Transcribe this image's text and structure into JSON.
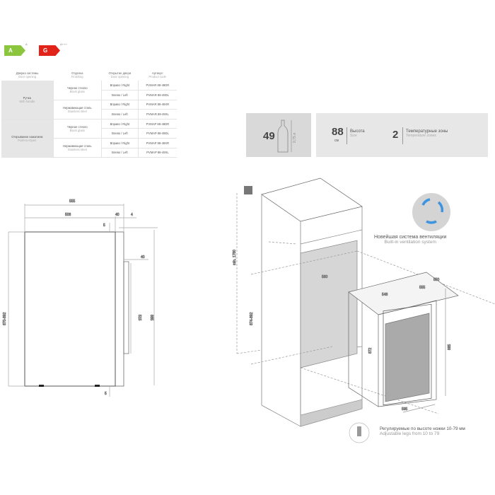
{
  "energy": {
    "class_a": "A",
    "class_a_sup": "A",
    "class_g": "G",
    "class_g_sup": "A+++"
  },
  "table": {
    "headers": [
      {
        "ru": "Дверка системы",
        "en": "Door opening"
      },
      {
        "ru": "Отделка",
        "en": "Finishing"
      },
      {
        "ru": "Открытие двери",
        "en": "Door opening"
      },
      {
        "ru": "Артикул",
        "en": "Product code"
      }
    ],
    "groups": [
      {
        "ru": "Ручка",
        "en": "With handle",
        "finishes": [
          {
            "ru": "Черное стекло",
            "en": "Black glass",
            "rows": [
              {
                "door": "Вправо / Right",
                "code": "PVMAR 88-49DR"
              },
              {
                "door": "Влево / Left",
                "code": "PVMAR 88-49DL"
              }
            ]
          },
          {
            "ru": "Нержавеющая сталь",
            "en": "Stainless steel",
            "rows": [
              {
                "door": "Вправо / Right",
                "code": "PVMAR 88-49XR"
              },
              {
                "door": "Влево / Left",
                "code": "PVMAR 88-49XL"
              }
            ]
          }
        ]
      },
      {
        "ru": "Открывание нажатием",
        "en": "Push-to-Open",
        "finishes": [
          {
            "ru": "Черное стекло",
            "en": "Black glass",
            "rows": [
              {
                "door": "Вправо / Right",
                "code": "PVMAP 88-49DR"
              },
              {
                "door": "Влево / Left",
                "code": "PVMAP 88-49DL"
              }
            ]
          },
          {
            "ru": "Нержавеющая сталь",
            "en": "Stainless steel",
            "rows": [
              {
                "door": "Вправо / Right",
                "code": "PVMAP 88-49XR"
              },
              {
                "door": "Влево / Left",
                "code": "PVMAP 88-49XL"
              }
            ]
          }
        ]
      }
    ]
  },
  "specs": {
    "bottles": "49",
    "bottle_size": "0,75 л",
    "height_value": "88",
    "height_unit": "см",
    "height_ru": "Высота",
    "height_en": "Size",
    "zones_value": "2",
    "zones_ru": "Температурные зоны",
    "zones_en": "Temperature zones"
  },
  "ventilation": {
    "ru": "Новейшая система вентиляции",
    "en": "Built-in ventilation system"
  },
  "legs": {
    "ru": "Регулируемые по высоте ножки 10-79 мм",
    "en": "Adjustable legs from 10 to 79"
  },
  "dims_side": {
    "w_total": "555",
    "w_body": "508",
    "door": "40",
    "gap": "4",
    "handle_offset": "40",
    "handle_len": "515",
    "height": "885",
    "niche": "870-892",
    "top": "5",
    "foot": "5"
  },
  "dims_install": {
    "min_h": "min. 1780",
    "niche_h": "874-892",
    "niche_w": "560",
    "niche_d": "550",
    "unit_h": "872",
    "unit_h2": "885",
    "unit_w": "595",
    "unit_d": "555",
    "unit_w2": "548"
  }
}
